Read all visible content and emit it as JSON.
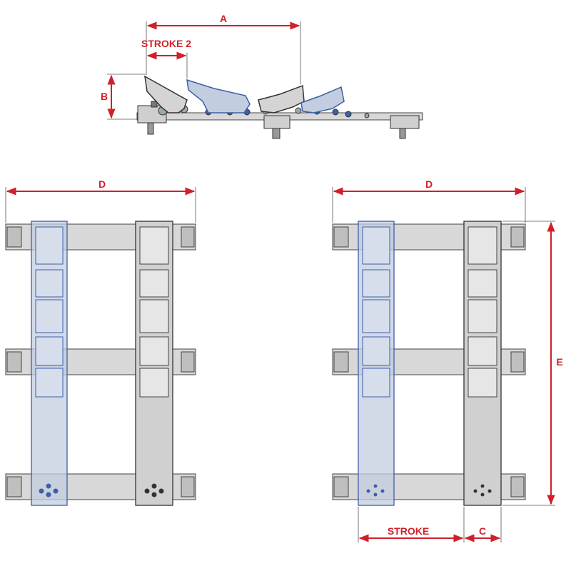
{
  "labels": {
    "a": "A",
    "stroke2": "STROKE 2",
    "b": "B",
    "d_left": "D",
    "d_right": "D",
    "e": "E",
    "stroke": "STROKE",
    "c": "C"
  },
  "colors": {
    "dimension": "#d0202a",
    "frame_fill": "#d8d8d8",
    "frame_stroke": "#444444",
    "ghost_fill": "#c3cde0",
    "ghost_stroke": "#3d5fa8",
    "background": "#ffffff"
  }
}
